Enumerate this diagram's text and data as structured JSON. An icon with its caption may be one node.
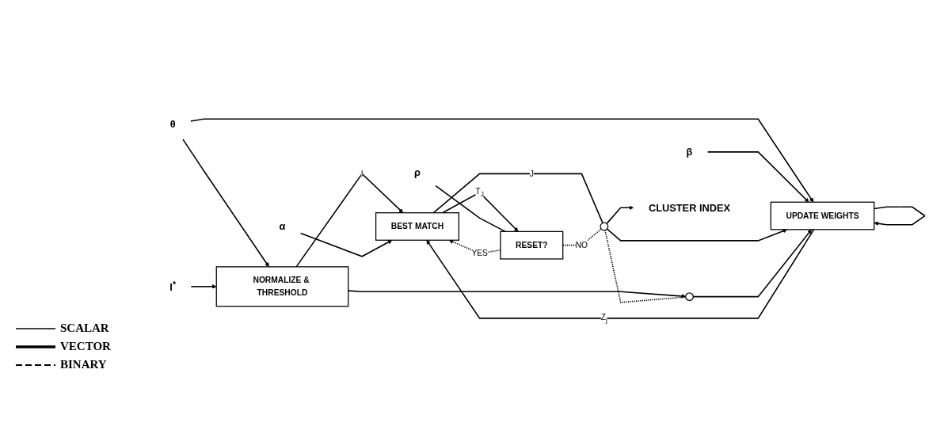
{
  "diagram": {
    "nodes": [
      {
        "text": [
          "θ"
        ]
      },
      {
        "text": [
          "α"
        ]
      },
      {
        "text": [
          "ρ"
        ]
      },
      {
        "text": [
          "β"
        ]
      },
      {
        "text": [
          "I$^{*}$"
        ]
      },
      {
        "text": [
          "NORMALIZE & THRESHOLD"
        ]
      },
      {
        "text": [
          "BEST MATCH"
        ]
      },
      {
        "text": [
          "RESET?"
        ]
      },
      {
        "text": [
          "UPDATE WEIGHTS"
        ]
      },
      {
        "text": [],
        "shape": "switch"
      },
      {
        "text": [],
        "shape": "switch"
      },
      {
        "text": [
          "CLUSTER INDEX"
        ]
      }
    ],
    "edges": [
      {
        "from": 0,
        "to": 5,
        "arrow": "to"
      },
      {
        "from": 0,
        "to": 8,
        "arrow": "to"
      },
      {
        "from": 4,
        "to": 5,
        "arrow": "to"
      },
      {
        "from": 5,
        "to": 6,
        "arrow": "to",
        "label": "I"
      },
      {
        "from": 5,
        "to": 10,
        "arrow": "to"
      },
      {
        "from": 1,
        "to": 6,
        "arrow": "to"
      },
      {
        "from": 6,
        "to": 7,
        "arrow": "to",
        "label": "T$_{J}$"
      },
      {
        "from": 7,
        "to": 6,
        "arrow": "to",
        "label": "YES",
        "style": "dashed"
      },
      {
        "from": 2,
        "to": 7,
        "arrow": "none"
      },
      {
        "from": 3,
        "to": 8,
        "arrow": "to"
      },
      {
        "from": 6,
        "to": 9,
        "arrow": "none",
        "label": "J"
      },
      {
        "from": 7,
        "to": 9,
        "arrow": "none",
        "label": "NO",
        "style": "dashed"
      },
      {
        "from": 9,
        "to": 10,
        "arrow": "none",
        "style": "dashed"
      },
      {
        "from": 9,
        "to": 11,
        "arrow": "to"
      },
      {
        "from": 9,
        "to": 8,
        "arrow": "to"
      },
      {
        "from": 10,
        "to": 8,
        "arrow": "to"
      },
      {
        "from": 8,
        "to": 6,
        "arrow": "to",
        "label": "Z$_{j}$"
      },
      {
        "from": 8,
        "to": 8,
        "arrow": "to"
      }
    ],
    "legend": [
      {
        "text": "SCALAR"
      },
      {
        "text": "VECTOR"
      },
      {
        "text": "BINARY"
      }
    ]
  }
}
